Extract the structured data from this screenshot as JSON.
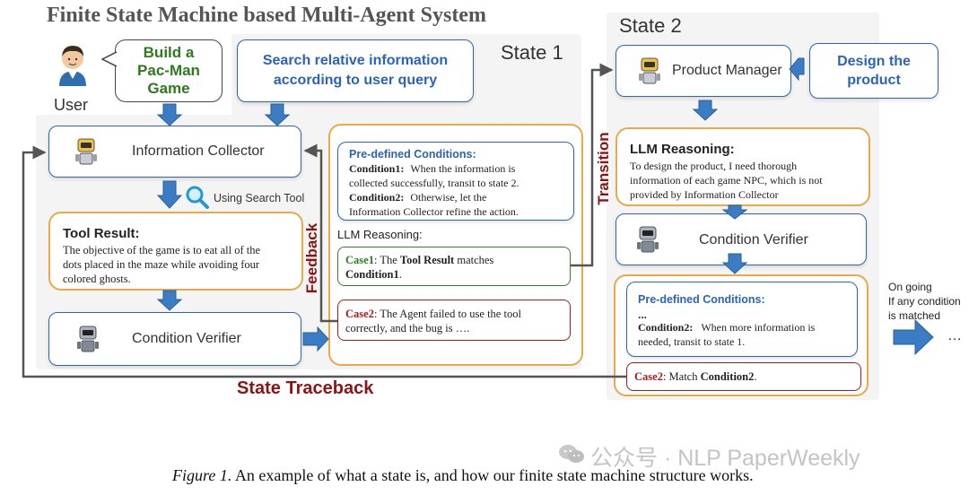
{
  "title": "Finite State Machine based Multi-Agent System",
  "state1_label": "State 1",
  "state2_label": "State 2",
  "user_label": "User",
  "build_game": [
    "Build a",
    "Pac-Man",
    "Game"
  ],
  "search_query": [
    "Search relative information",
    "according to user query"
  ],
  "info_collector": "Information Collector",
  "search_tool": "Using Search Tool",
  "tool_result": {
    "heading": "Tool Result:",
    "lines": [
      "The objective of the game is to eat all of the",
      "dots placed in the maze while avoiding four",
      "colored ghosts."
    ]
  },
  "condition_verifier": "Condition Verifier",
  "feedback_label": "Feedback",
  "transition_label": "Transition",
  "traceback_label": "State Traceback",
  "s1_conditions": {
    "heading": "Pre-defined Conditions:",
    "c1_label": "Condition1:",
    "c1_lines": [
      "When the information is",
      "collected successfully, transit to state 2."
    ],
    "c2_label": "Condition2:",
    "c2_lines": [
      "Otherwise, let the",
      "Information Collector refine the action."
    ]
  },
  "s1_reasoning": "LLM Reasoning:",
  "case1": {
    "label": "Case1",
    "t1": ": The ",
    "bold": "Tool Result",
    "t2": " matches",
    "bold2": "Condition1",
    "t3": "."
  },
  "case2": {
    "label": "Case2",
    "lines": [
      ": The Agent failed to use the tool",
      "correctly, and the bug is …."
    ]
  },
  "product_manager": "Product Manager",
  "design_product": [
    "Design the",
    "product"
  ],
  "s2_reasoning": {
    "heading": "LLM Reasoning:",
    "lines": [
      "To design the product, I need thorough",
      "information of each game NPC, which is not",
      "provided by Information Collector"
    ]
  },
  "s2_verifier": "Condition Verifier",
  "s2_conditions": {
    "heading": "Pre-defined Conditions:",
    "ellipsis": "...",
    "c2_label": "Condition2:",
    "c2_lines": [
      "When more information is",
      "needed, transit to state 1."
    ]
  },
  "s2_case2": {
    "label": "Case2",
    "t1": ": Match ",
    "bold": "Condition2",
    "t2": "."
  },
  "ongoing": [
    "On going",
    "If any condition",
    "is matched"
  ],
  "ongoing_dots": "…",
  "watermark": "公众号 · NLP PaperWeekly",
  "caption": {
    "fig": "Figure 1.",
    "text": " An example of what a state is, and how our finite state machine structure works."
  },
  "colors": {
    "blue": "#2f66b3",
    "dark_red": "#8b1414",
    "green": "#2e7a1f",
    "orange": "#e7a94a",
    "arrow_blue": "#3b7dc4",
    "line_gray": "#555555"
  }
}
